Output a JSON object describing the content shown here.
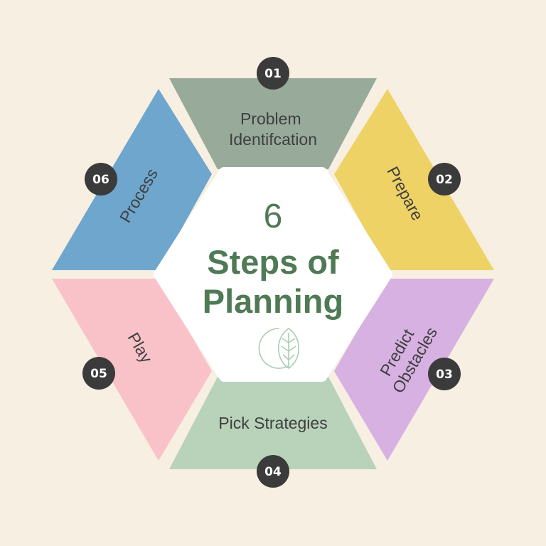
{
  "center": {
    "number": "6",
    "title_line1": "Steps of",
    "title_line2": "Planning",
    "logo_icon": "leaf-moon-icon"
  },
  "colors": {
    "background": "#f7efe1",
    "center_fill": "#ffffff",
    "accent_text": "#4f7a55",
    "badge": "#3b3b3b"
  },
  "steps": [
    {
      "number": "01",
      "label_lines": [
        "Problem",
        "Identifcation"
      ],
      "color": "#98ab9b"
    },
    {
      "number": "02",
      "label_lines": [
        "Prepare"
      ],
      "color": "#efd266"
    },
    {
      "number": "03",
      "label_lines": [
        "Predict",
        "Obstacles"
      ],
      "color": "#d6b1e2"
    },
    {
      "number": "04",
      "label_lines": [
        "Pick Strategies"
      ],
      "color": "#b8d3ba"
    },
    {
      "number": "05",
      "label_lines": [
        "Play"
      ],
      "color": "#f9c2c8"
    },
    {
      "number": "06",
      "label_lines": [
        "Process"
      ],
      "color": "#6ea6cd"
    }
  ]
}
